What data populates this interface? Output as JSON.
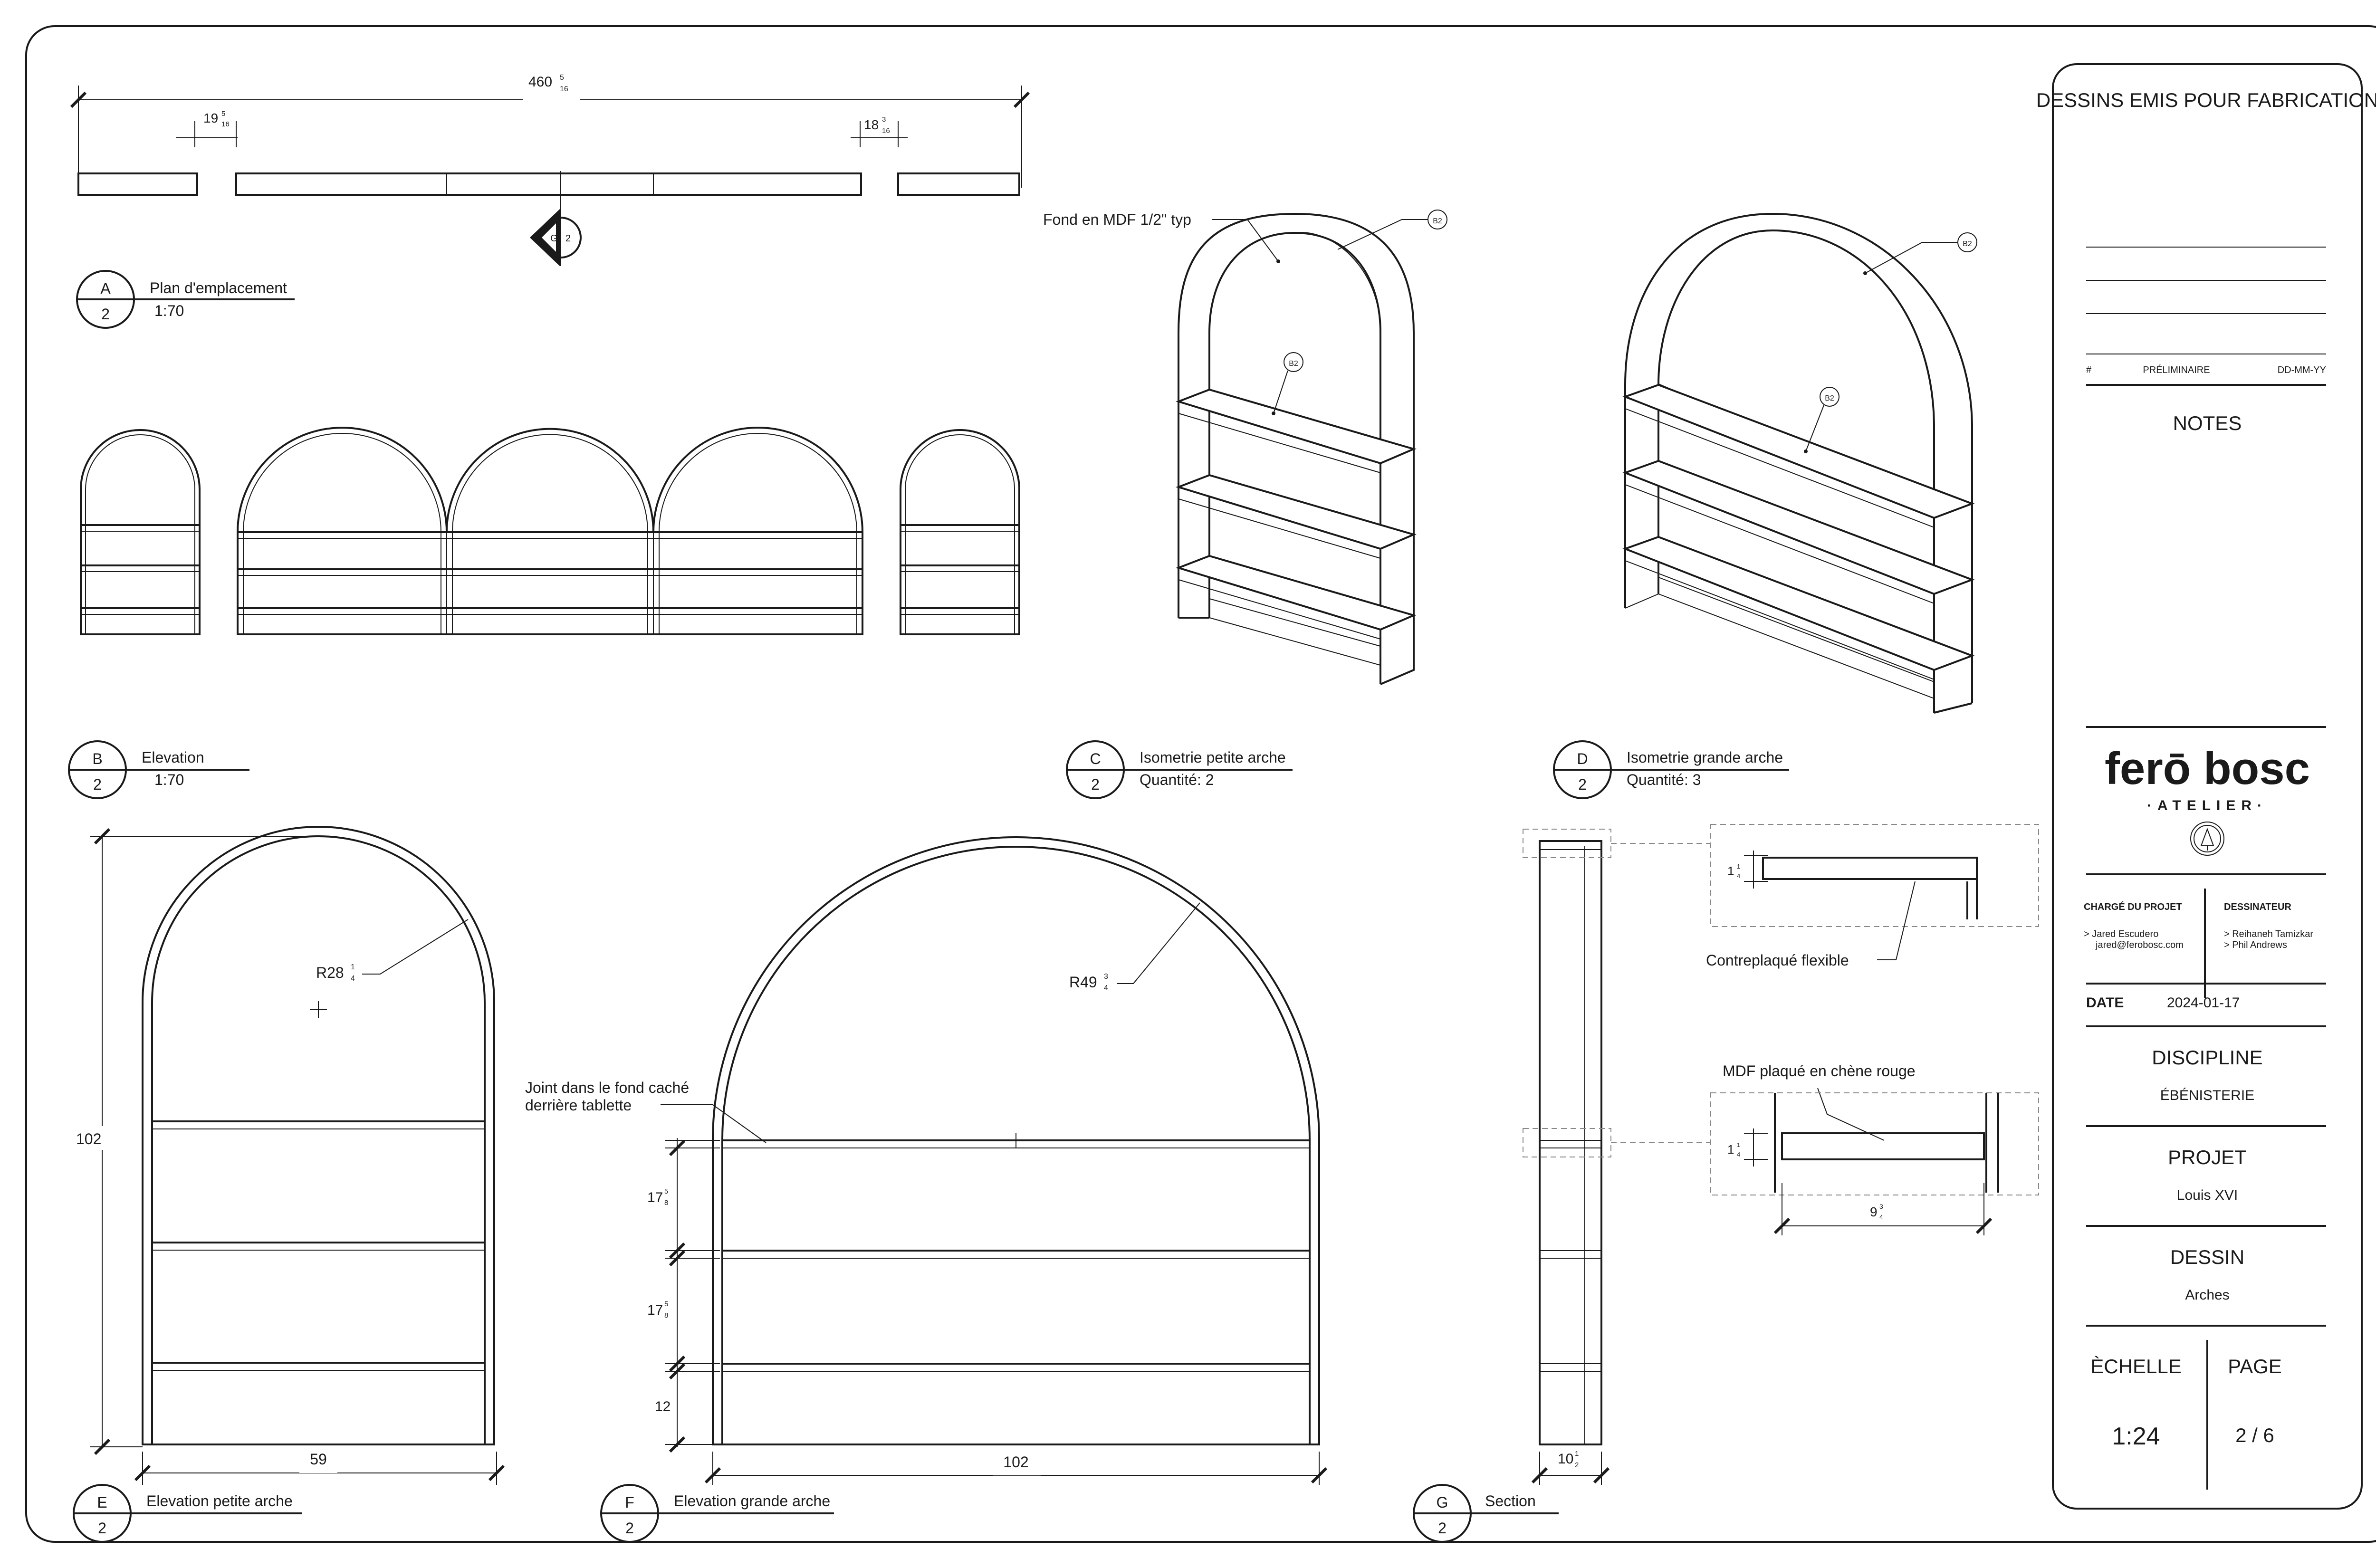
{
  "title_block": {
    "issue_title": "DESSINS EMIS POUR FABRICATION",
    "revision_headers": [
      "#",
      "PRÉLIMINAIRE",
      "DD-MM-YY"
    ],
    "notes_label": "NOTES",
    "brand_name": "ferō bosc",
    "brand_sub": "·ATELIER·",
    "project_manager_label": "CHARGÉ DU PROJET",
    "project_manager_lines": [
      "> Jared Escudero",
      "jared@ferobosc.com"
    ],
    "draftsman_label": "DESSINATEUR",
    "draftsman_lines": [
      "> Reihaneh Tamizkar",
      "> Phil Andrews"
    ],
    "date_label": "DATE",
    "date_value": "2024-01-17",
    "discipline_label": "DISCIPLINE",
    "discipline_value": "ÉBÉNISTERIE",
    "project_label": "PROJET",
    "project_value": "Louis XVI",
    "drawing_label": "DESSIN",
    "drawing_value": "Arches",
    "scale_label": "ÈCHELLE",
    "scale_value": "1:24",
    "page_label": "PAGE",
    "page_value": "2 / 6"
  },
  "views": {
    "A": {
      "letter": "A",
      "sheet": "2",
      "title": "Plan d'emplacement",
      "scale": "1:70"
    },
    "B": {
      "letter": "B",
      "sheet": "2",
      "title": "Elevation",
      "scale": "1:70"
    },
    "C": {
      "letter": "C",
      "sheet": "2",
      "title": "Isometrie petite arche",
      "qty": "Quantité: 2"
    },
    "D": {
      "letter": "D",
      "sheet": "2",
      "title": "Isometrie grande arche",
      "qty": "Quantité: 3"
    },
    "E": {
      "letter": "E",
      "sheet": "2",
      "title": "Elevation petite arche"
    },
    "F": {
      "letter": "F",
      "sheet": "2",
      "title": "Elevation grande arche"
    },
    "G": {
      "letter": "G",
      "sheet": "2",
      "title": "Section"
    }
  },
  "section_marker": {
    "letter": "G",
    "sheet": "2"
  },
  "dimensions": {
    "plan_overall": {
      "whole": "460",
      "num": "5",
      "den": "16"
    },
    "plan_left_gap": {
      "whole": "19",
      "num": "5",
      "den": "16"
    },
    "plan_right_gap": {
      "whole": "18",
      "num": "3",
      "den": "16"
    },
    "e_height": "102",
    "e_width": "59",
    "e_radius": {
      "whole": "R28",
      "num": "1",
      "den": "4"
    },
    "f_width": "102",
    "f_radius": {
      "whole": "R49",
      "num": "3",
      "den": "4"
    },
    "f_shelf_gap_1": {
      "whole": "17",
      "num": "5",
      "den": "8"
    },
    "f_shelf_gap_2": {
      "whole": "17",
      "num": "5",
      "den": "8"
    },
    "f_base": "12",
    "g_depth": {
      "whole": "10",
      "num": "1",
      "den": "2"
    },
    "detail_thk_1": {
      "whole": "1",
      "num": "1",
      "den": "4"
    },
    "detail_thk_2": {
      "whole": "1",
      "num": "1",
      "den": "4"
    },
    "detail_shelf_depth": {
      "whole": "9",
      "num": "3",
      "den": "4"
    }
  },
  "annotations": {
    "mdf_back": "Fond en MDF 1/2\" typ",
    "tag_b2": "B2",
    "joint_line1": "Joint dans le fond caché",
    "joint_line2": "derrière tablette",
    "flex_ply": "Contreplaqué flexible",
    "mdf_oak": "MDF plaqué en chène rouge"
  },
  "colors": {
    "ink": "#1a1a1a",
    "paper": "#ffffff",
    "hidden": "#888888"
  }
}
